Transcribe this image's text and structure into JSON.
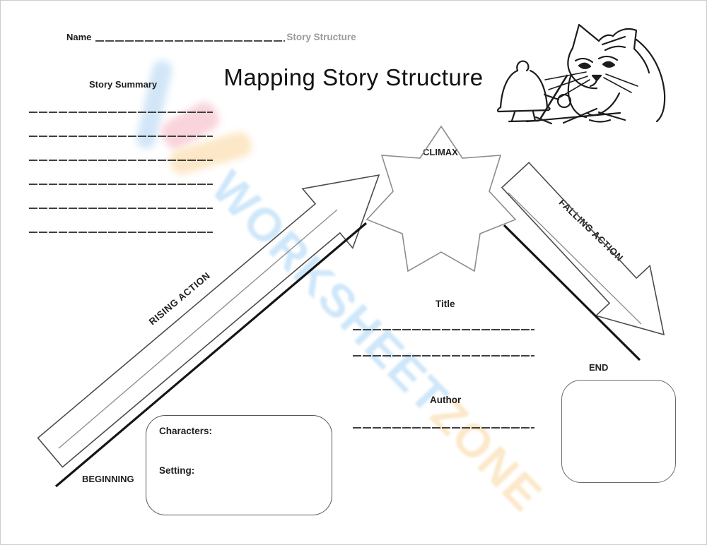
{
  "header": {
    "name_label": "Name",
    "subject": "Story Structure",
    "title": "Mapping Story Structure"
  },
  "story_summary": {
    "label": "Story Summary",
    "line_count": 6
  },
  "diagram": {
    "climax_label": "CLIMAX",
    "rising_label": "RISING ACTION",
    "falling_label": "FALLING ACTION",
    "beginning_label": "BEGINNING",
    "end_label": "END"
  },
  "fields": {
    "title": {
      "label": "Title",
      "line_count": 2
    },
    "author": {
      "label": "Author",
      "line_count": 1
    },
    "characters_label": "Characters:",
    "setting_label": "Setting:"
  },
  "watermark": {
    "primary_text": "WORKSHEET",
    "secondary_text": "ZONE",
    "primary_color": "rgba(168,211,245,0.55)",
    "secondary_color": "rgba(250,213,158,0.55)",
    "logo_blue": "#c7e0f6",
    "logo_pink": "#f8cdd6",
    "logo_orange": "#fce5c1"
  },
  "illustration": {
    "name": "cat ringing bell line drawing"
  }
}
